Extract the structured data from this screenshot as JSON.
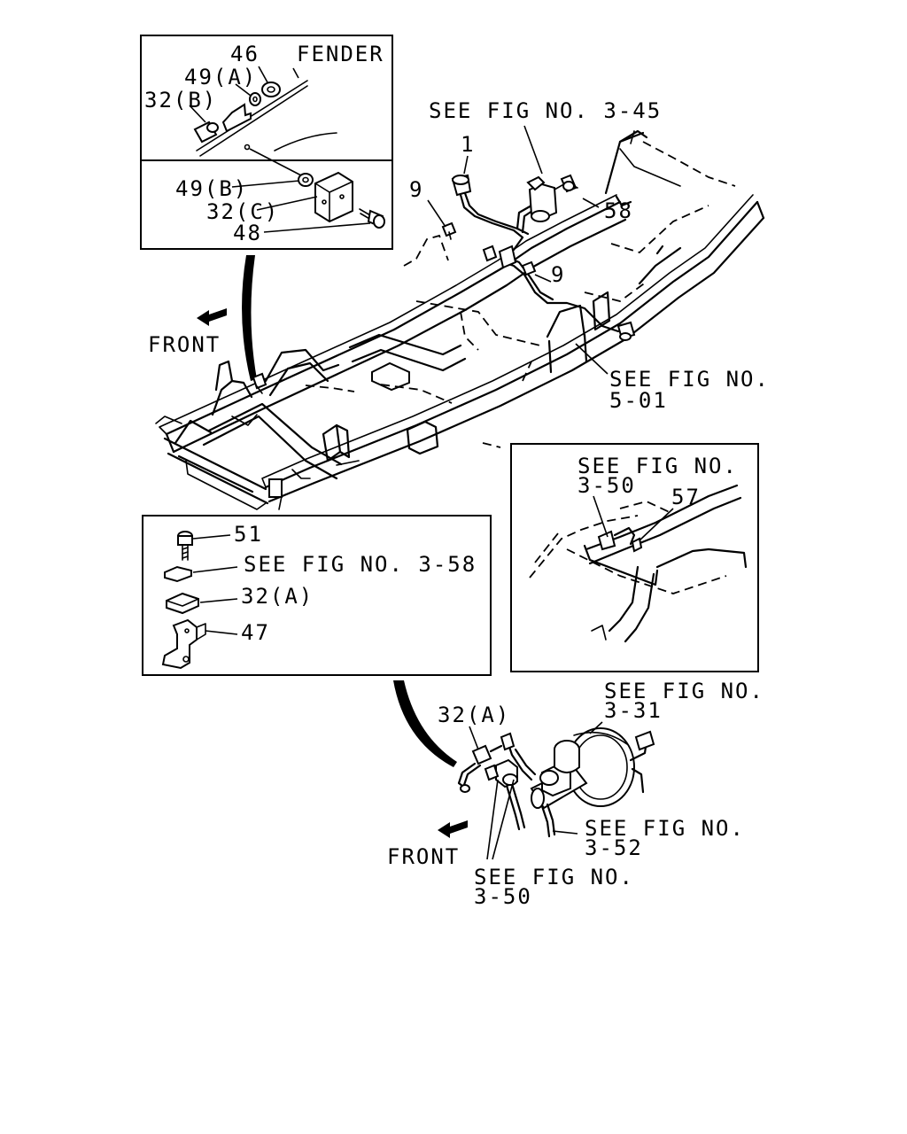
{
  "inset_top": {
    "fender": "FENDER",
    "c46": "46",
    "c49a": "49(A)",
    "c32b": "32(B)",
    "c49b": "49(B)",
    "c32c": "32(C)",
    "c48": "48"
  },
  "main": {
    "see_345": "SEE FIG NO. 3-45",
    "c1": "1",
    "c9a": "9",
    "c9b": "9",
    "c58": "58",
    "front": "FRONT",
    "see_501_l1": "SEE FIG NO.",
    "see_501_l2": "5-01"
  },
  "inset_right": {
    "see_350_l1": "SEE FIG NO.",
    "see_350_l2": "3-50",
    "c57": "57"
  },
  "inset_left": {
    "c51": "51",
    "see_358": "SEE FIG NO. 3-58",
    "c32a": "32(A)",
    "c47": "47"
  },
  "bottom": {
    "c32a": "32(A)",
    "see_331_l1": "SEE FIG NO.",
    "see_331_l2": "3-31",
    "see_352_l1": "SEE FIG NO.",
    "see_352_l2": "3-52",
    "front": "FRONT",
    "see_350_l1": "SEE FIG NO.",
    "see_350_l2": "3-50"
  }
}
